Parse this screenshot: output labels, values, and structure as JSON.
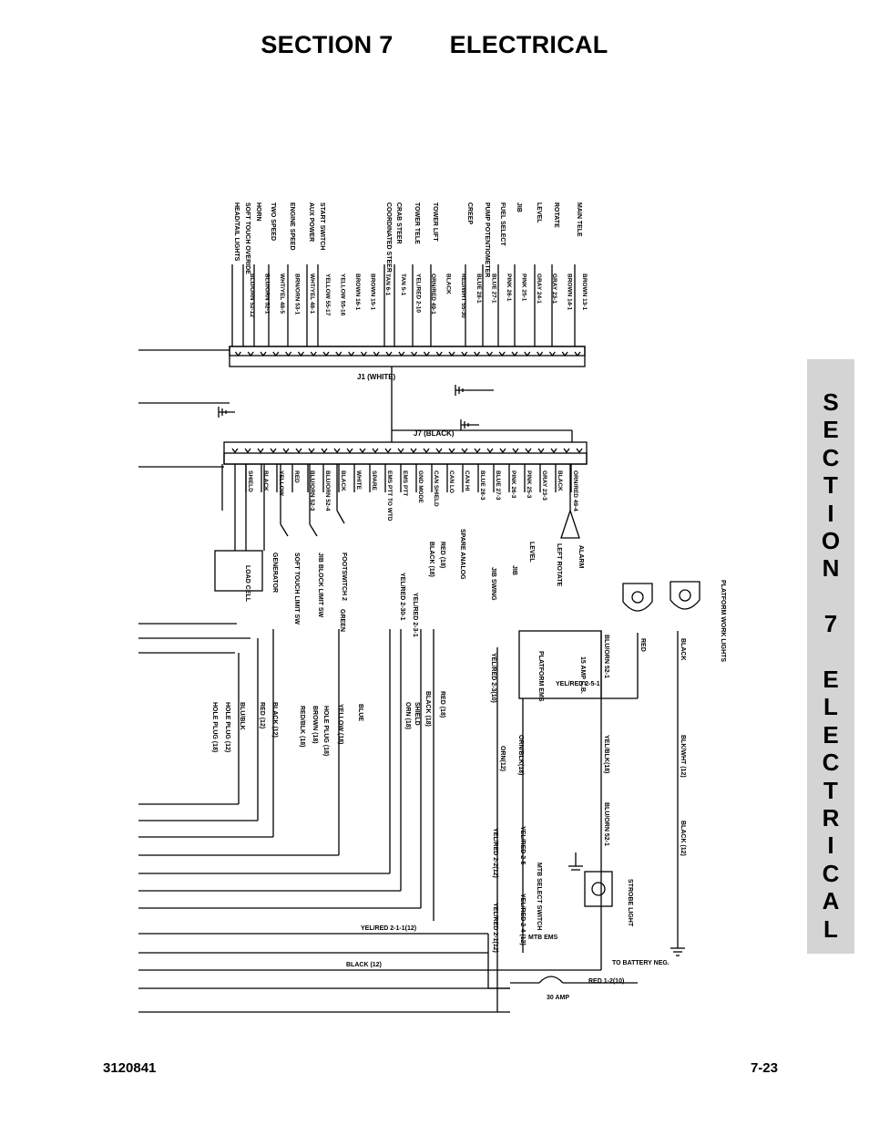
{
  "header": {
    "section_label": "SECTION 7",
    "section_title": "ELECTRICAL"
  },
  "side_tab": {
    "letters": [
      "S",
      "E",
      "C",
      "T",
      "I",
      "O",
      "N",
      "",
      "7",
      "",
      "E",
      "L",
      "E",
      "C",
      "T",
      "R",
      "I",
      "C",
      "A",
      "L"
    ]
  },
  "footer": {
    "doc_number": "3120841",
    "page_number": "7-23"
  },
  "diagram": {
    "connectors": {
      "j1": "J1 (WHITE)",
      "j7": "J7 (BLACK)"
    },
    "functions_j1": [
      "MAIN TELE",
      "ROTATE",
      "LEVEL",
      "JIB",
      "FUEL SELECT",
      "PUMP POTENTIOMETER",
      "CREEP",
      "TOWER LIFT",
      "TOWER TELE",
      "CRAB STEER",
      "COORDINATED STEER",
      "START SWITCH",
      "AUX POWER",
      "ENGINE SPEED",
      "TWO SPEED",
      "HORN",
      "SOFT TOUCH OVERIDE",
      "HEAD/TAIL LIGHTS"
    ],
    "wires_j1": [
      "BROWN 13-1",
      "BROWN 14-1",
      "GRAY 23-1",
      "GRAY 24-1",
      "PINK 25-1",
      "PINK 26-1",
      "BLUE 27-1",
      "BLUE 28-1",
      "RED/WHT 55-30",
      "BLACK",
      "ORN/RED 49-1",
      "YEL/RED 2-10",
      "TAN 5-1",
      "TAN 6-1",
      "BROWN 15-1",
      "BROWN 16-1",
      "YELLOW 55-16",
      "YELLOW 55-17",
      "WHT/YEL 48-1",
      "BRN/ORN 53-1",
      "WHT/YEL 48-5",
      "BLU/ORN 52-1",
      "BLU/ORN 52-12"
    ],
    "wires_j7": [
      "ORN/RED 49-4",
      "BLACK",
      "GRAY 23-3",
      "PINK 25-3",
      "PINK 26-3",
      "BLUE 27-3",
      "BLUE 28-3",
      "CAN HI",
      "CAN LO",
      "CAN SHIELD",
      "GND MODE",
      "EMS PTT",
      "EMS PTT TO WTD",
      "SPARE",
      "WHITE",
      "BLACK",
      "BLU/ORN 52-4",
      "BLU/ORN 52-3",
      "RED",
      "YELLOW",
      "BLACK",
      "SHIELD"
    ],
    "components": [
      "ALARM",
      "LEFT ROTATE",
      "LEVEL",
      "JIB",
      "JIB SWING",
      "SPARE ANALOG",
      "FOOTSWITCH 2",
      "JIB BLOCK LIMIT SW",
      "SOFT TOUCH LIMIT SW",
      "GENERATOR",
      "LOAD CELL",
      "PLATFORM WORK LIGHTS",
      "PLATFORM EMS",
      "STROBE LIGHT",
      "MTB SELECT SWITCH",
      "MTB EMS",
      "TO BATTERY NEG.",
      "30 AMP",
      "15 AMP C.B."
    ],
    "harness_wires": [
      "BLUE",
      "YELLOW (18)",
      "HOLE PLUG (18)",
      "BROWN (18)",
      "RED/BLK (18)",
      "RED (18)",
      "BLACK (18)",
      "SHIELD",
      "ORN (18)",
      "BLACK (12)",
      "RED (12)",
      "BLU/BLK",
      "HOLE PLUG (12)",
      "HOLE PLUG (18)",
      "GREEN",
      "YEL/RED 2-3(10)",
      "YEL/RED 2-3-1",
      "YEL/RED 2-30-1",
      "RED (18)",
      "BLACK (18)"
    ],
    "right_wires": [
      "BLU/ORN 52-1",
      "YEL/RED 2-5-1",
      "RED",
      "BLACK",
      "YEL/BLK(18)",
      "BLK/WHT (12)",
      "BLACK (12)",
      "BLU/ORN 52-1",
      "ORN/BLK(18)",
      "ORN(12)",
      "YEL/RED 2-5",
      "YEL/RED 2-2(12)",
      "YEL/RED 2-1(12)",
      "YEL/RED 2-4 (12)",
      "YEL/RED 2-1-1(12)",
      "BLACK (12)",
      "RED 1-2(10)"
    ]
  }
}
